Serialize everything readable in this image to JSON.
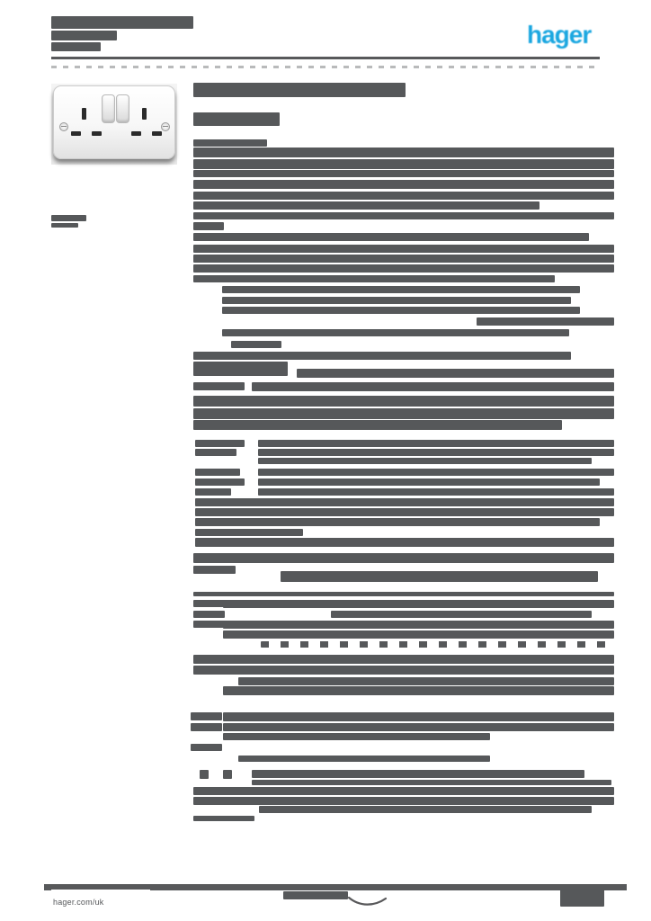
{
  "page": {
    "kind": "product-datasheet",
    "background": "#ffffff",
    "ink_color": "#56585a",
    "accent_color": "#1ba7e0",
    "footer_band_color": "#58595b"
  },
  "header": {
    "logo_text": "hager",
    "title_bars": [
      [
        18,
        57,
        158,
        14
      ],
      [
        34,
        57,
        73,
        11
      ],
      [
        47,
        57,
        55,
        10
      ]
    ],
    "rule": [
      63,
      57,
      610,
      3
    ],
    "fineprint_rule": [
      73,
      57,
      610,
      3
    ]
  },
  "product_image": {
    "description": "white twin switched socket outlet photo",
    "caption_bars": [
      [
        239,
        57,
        39,
        7
      ],
      [
        248,
        57,
        30,
        5
      ]
    ]
  },
  "body_bars": [
    [
      92,
      215,
      236,
      16
    ],
    [
      125,
      215,
      96,
      15
    ],
    [
      155,
      215,
      82,
      8
    ],
    [
      164,
      215,
      468,
      11
    ],
    [
      177,
      215,
      468,
      11
    ],
    [
      189,
      215,
      468,
      8
    ],
    [
      200,
      215,
      468,
      10
    ],
    [
      213,
      215,
      468,
      9
    ],
    [
      224,
      215,
      385,
      9
    ],
    [
      236,
      215,
      468,
      8
    ],
    [
      247,
      215,
      34,
      9
    ],
    [
      259,
      215,
      440,
      9
    ],
    [
      272,
      215,
      468,
      9
    ],
    [
      283,
      215,
      468,
      9
    ],
    [
      294,
      215,
      468,
      9
    ],
    [
      306,
      215,
      402,
      8
    ],
    [
      318,
      247,
      398,
      8
    ],
    [
      330,
      247,
      388,
      8
    ],
    [
      341,
      247,
      398,
      8
    ],
    [
      353,
      530,
      153,
      9
    ],
    [
      366,
      247,
      386,
      8
    ],
    [
      379,
      257,
      56,
      8
    ],
    [
      391,
      215,
      420,
      9
    ],
    [
      402,
      215,
      105,
      16
    ],
    [
      410,
      330,
      353,
      10
    ],
    [
      425,
      215,
      57,
      9
    ],
    [
      425,
      280,
      403,
      10
    ],
    [
      440,
      215,
      468,
      12
    ],
    [
      454,
      215,
      468,
      12
    ],
    [
      467,
      215,
      410,
      11
    ],
    [
      489,
      217,
      55,
      8
    ],
    [
      489,
      287,
      396,
      8
    ],
    [
      499,
      217,
      46,
      8
    ],
    [
      499,
      287,
      396,
      8
    ],
    [
      509,
      287,
      371,
      7
    ],
    [
      521,
      217,
      50,
      8
    ],
    [
      521,
      287,
      396,
      8
    ],
    [
      532,
      217,
      55,
      8
    ],
    [
      532,
      287,
      380,
      8
    ],
    [
      543,
      217,
      40,
      8
    ],
    [
      543,
      287,
      396,
      8
    ],
    [
      554,
      217,
      466,
      9
    ],
    [
      565,
      217,
      466,
      9
    ],
    [
      576,
      217,
      450,
      9
    ],
    [
      588,
      217,
      120,
      8
    ],
    [
      598,
      217,
      466,
      10
    ],
    [
      615,
      215,
      468,
      11
    ],
    [
      629,
      215,
      47,
      9
    ],
    [
      635,
      312,
      353,
      12
    ],
    [
      658,
      215,
      468,
      5
    ],
    [
      667,
      215,
      35,
      8
    ],
    [
      667,
      248,
      435,
      9
    ],
    [
      679,
      215,
      35,
      8
    ],
    [
      679,
      368,
      290,
      8
    ],
    [
      690,
      215,
      35,
      8
    ],
    [
      690,
      248,
      435,
      9
    ],
    [
      701,
      248,
      435,
      9
    ],
    [
      728,
      215,
      468,
      10
    ],
    [
      740,
      215,
      468,
      10
    ],
    [
      753,
      265,
      418,
      9
    ],
    [
      763,
      248,
      435,
      10
    ],
    [
      792,
      212,
      35,
      9
    ],
    [
      792,
      248,
      435,
      10
    ],
    [
      804,
      212,
      35,
      9
    ],
    [
      804,
      248,
      435,
      9
    ],
    [
      815,
      248,
      297,
      8
    ],
    [
      827,
      212,
      35,
      8
    ],
    [
      840,
      265,
      280,
      7
    ],
    [
      856,
      222,
      10,
      10
    ],
    [
      856,
      248,
      10,
      10
    ],
    [
      856,
      280,
      370,
      9
    ],
    [
      867,
      280,
      400,
      6
    ],
    [
      875,
      215,
      468,
      9
    ],
    [
      886,
      215,
      468,
      9
    ],
    [
      896,
      288,
      370,
      8
    ],
    [
      907,
      215,
      68,
      6
    ]
  ],
  "body_dotted_bars": [
    [
      713,
      290,
      393,
      7
    ]
  ],
  "footer": {
    "url_text": "hager.com/uk",
    "strip": [
      983,
      49,
      648,
      7
    ],
    "center_text_bar": [
      991,
      315,
      72,
      9
    ],
    "page_number_bar": [
      989,
      623,
      49,
      19
    ]
  }
}
